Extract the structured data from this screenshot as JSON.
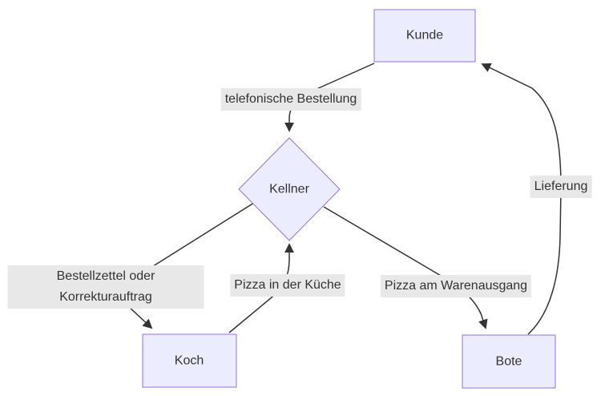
{
  "diagram": {
    "type": "flowchart",
    "background": "#ffffff",
    "colors": {
      "node_fill": "#ECECFF",
      "node_border": "#9370DB",
      "edge_stroke": "#333333",
      "text": "#333333",
      "edge_label_bg": "#e8e8e8"
    },
    "nodes": [
      {
        "id": "kunde",
        "label": "Kunde",
        "shape": "rect"
      },
      {
        "id": "kellner",
        "label": "Kellner",
        "shape": "diamond"
      },
      {
        "id": "koch",
        "label": "Koch",
        "shape": "rect"
      },
      {
        "id": "bote",
        "label": "Bote",
        "shape": "rect"
      }
    ],
    "edges": [
      {
        "from": "kunde",
        "to": "kellner",
        "label": "telefonische Bestellung"
      },
      {
        "from": "kellner",
        "to": "koch",
        "label": "Bestellzettel oder Korrekturauftrag"
      },
      {
        "from": "koch",
        "to": "kellner",
        "label": "Pizza in der Küche"
      },
      {
        "from": "kellner",
        "to": "bote",
        "label": "Pizza am Warenausgang"
      },
      {
        "from": "bote",
        "to": "kunde",
        "label": "Lieferung"
      }
    ]
  }
}
